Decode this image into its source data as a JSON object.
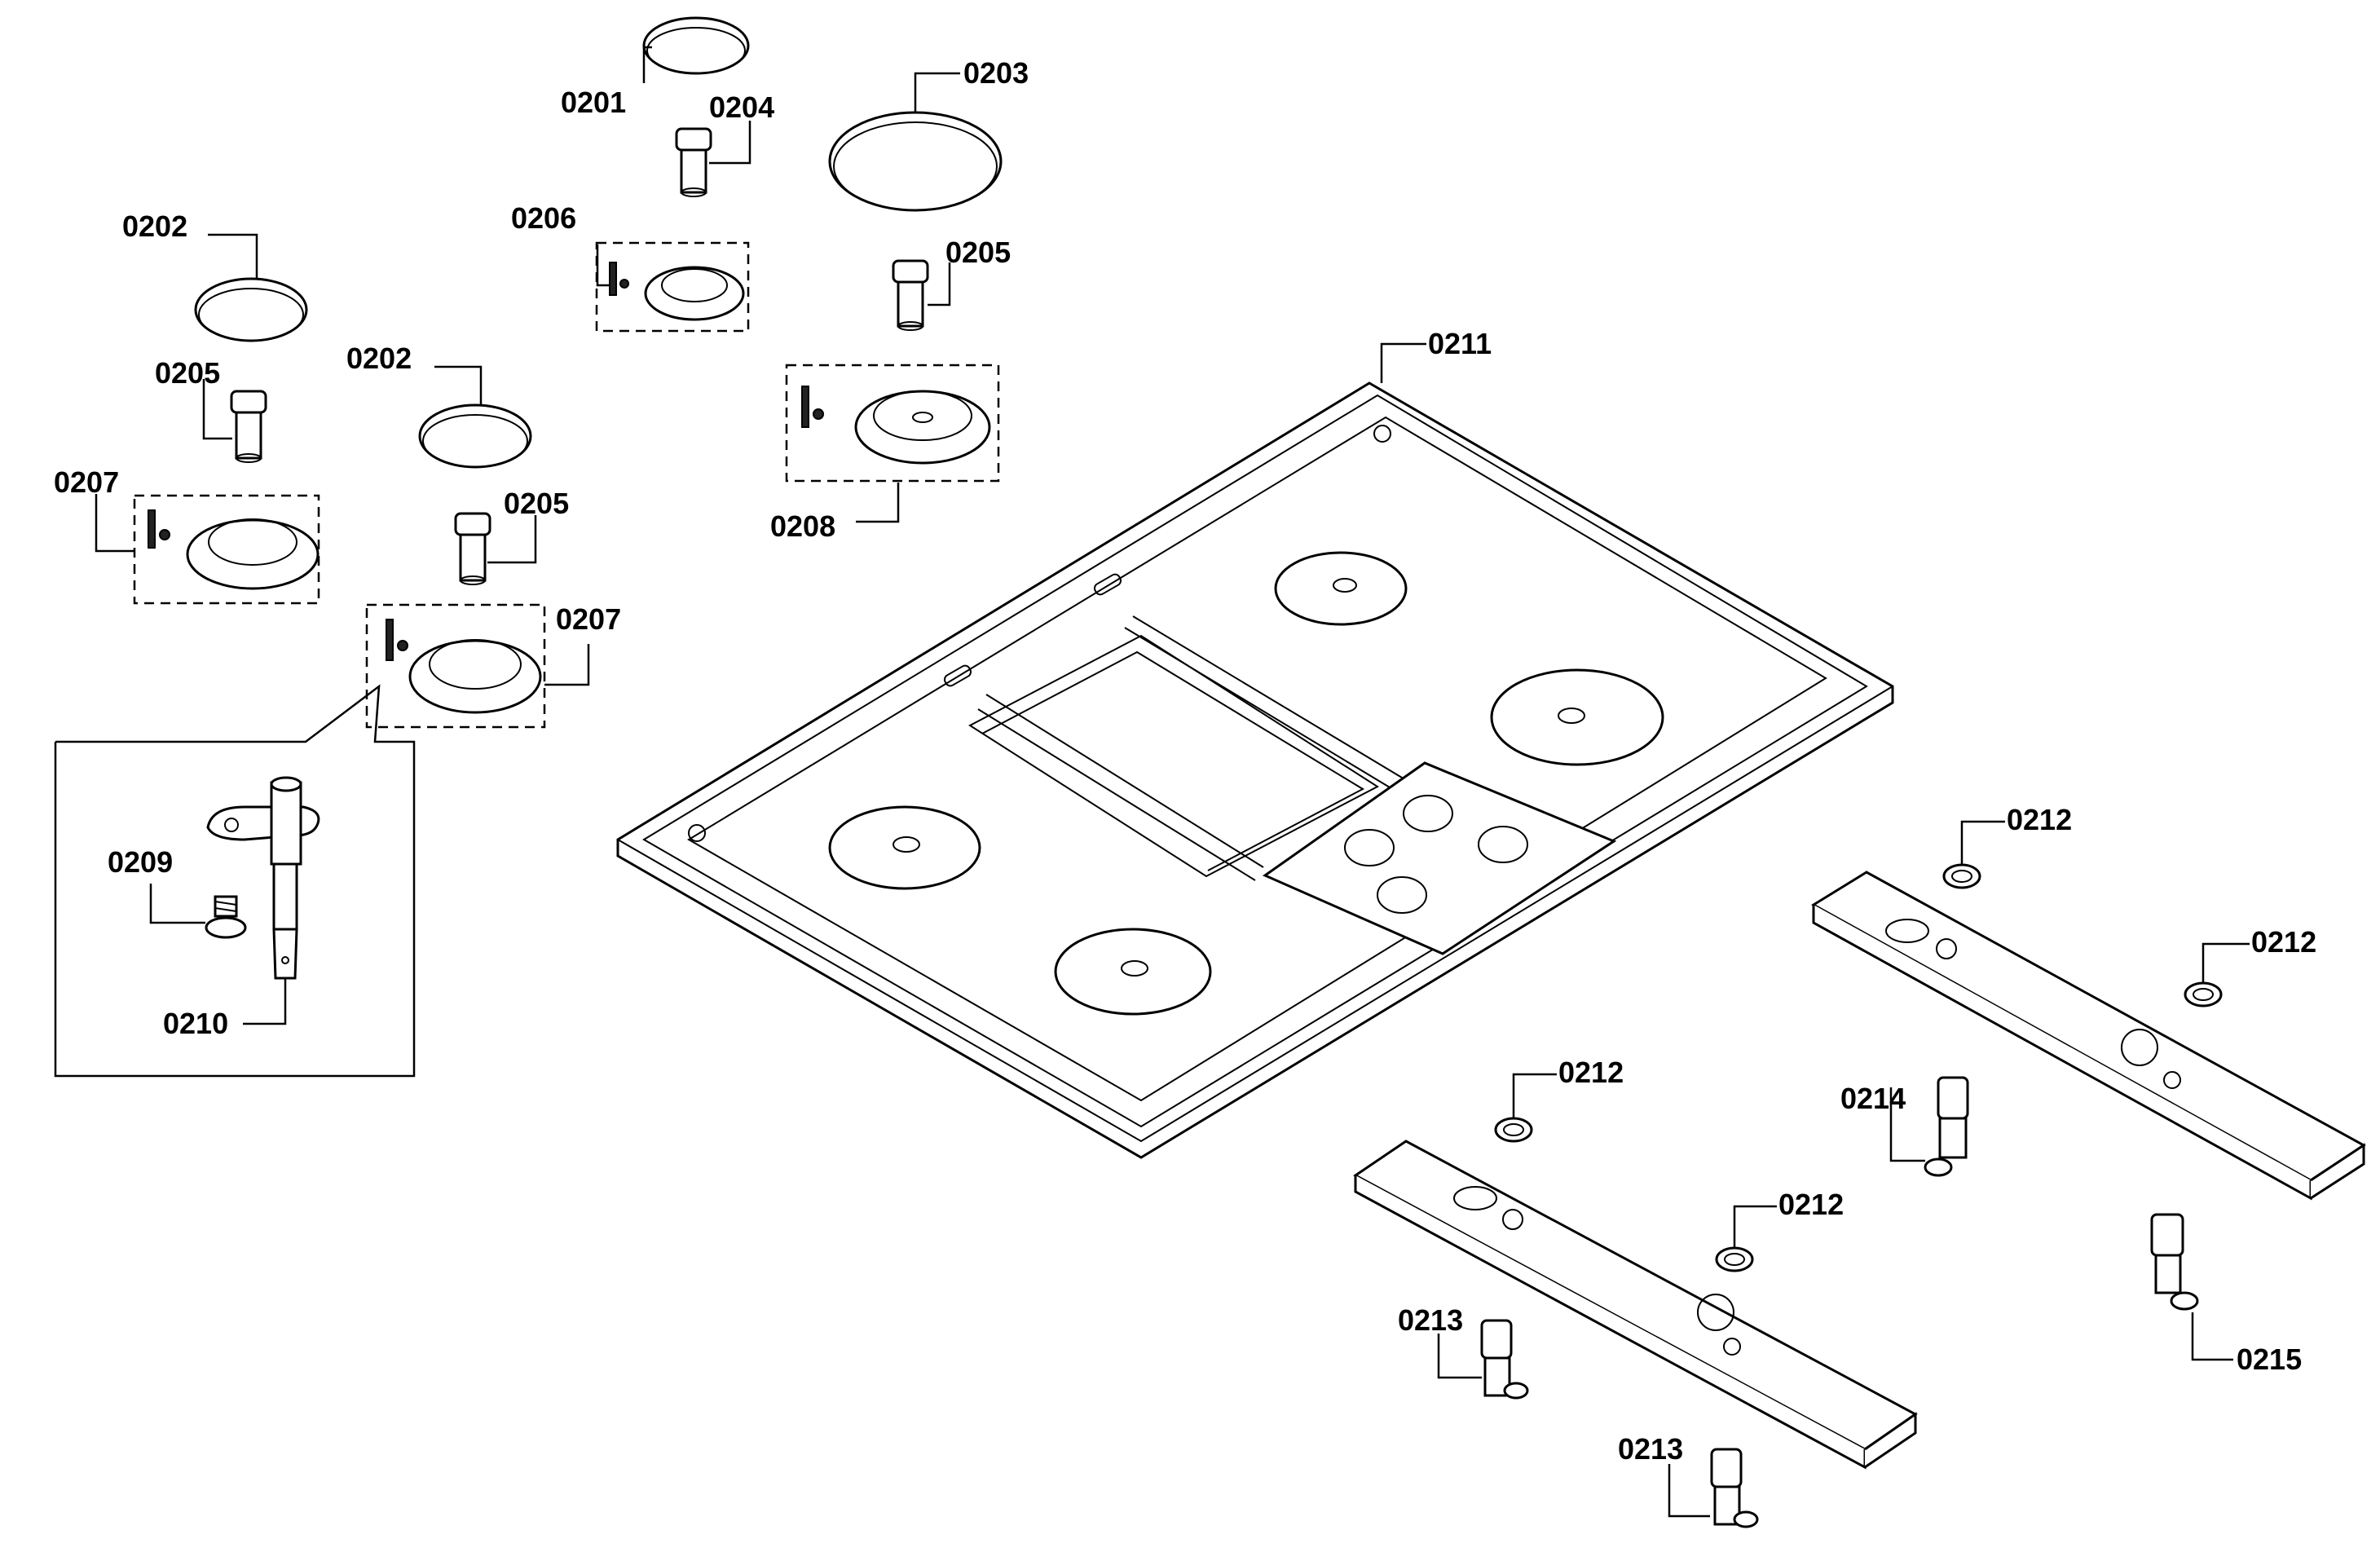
{
  "labels": {
    "p0201": "0201",
    "p0202a": "0202",
    "p0202b": "0202",
    "p0203": "0203",
    "p0204": "0204",
    "p0205a": "0205",
    "p0205b": "0205",
    "p0205c": "0205",
    "p0206": "0206",
    "p0207a": "0207",
    "p0207b": "0207",
    "p0208": "0208",
    "p0209": "0209",
    "p0210": "0210",
    "p0211": "0211",
    "p0212a": "0212",
    "p0212b": "0212",
    "p0212c": "0212",
    "p0212d": "0212",
    "p0213a": "0213",
    "p0213b": "0213",
    "p0214": "0214",
    "p0215": "0215"
  }
}
